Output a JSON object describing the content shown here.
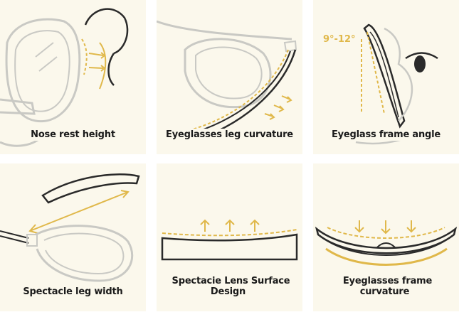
{
  "panels": [
    {
      "caption": "Nose rest height"
    },
    {
      "caption": "Eyeglasses leg curvature"
    },
    {
      "caption": "Eyeglass frame angle",
      "angle_label": "9°-12°"
    },
    {
      "caption": "Spectacle leg width"
    },
    {
      "caption": "Spectacie Lens Surface Design"
    },
    {
      "caption": "Eyeglasses frame curvature"
    }
  ],
  "colors": {
    "line": "#c9c9c4",
    "dark": "#2a2a2a",
    "accent": "#e0b84a",
    "panel_bg": "#fbf8ec"
  }
}
